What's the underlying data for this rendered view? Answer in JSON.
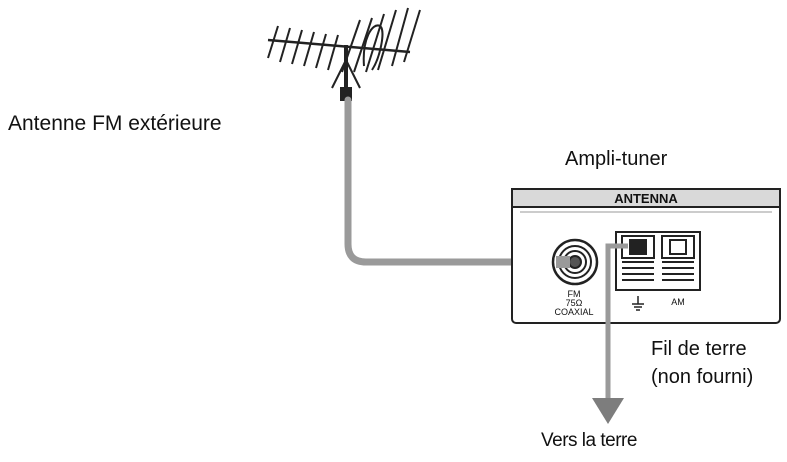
{
  "labels": {
    "antenna": "Antenne FM extérieure",
    "amplifier": "Ampli-tuner",
    "ground_wire_line1": "Fil de terre",
    "ground_wire_line2": "(non fourni)",
    "to_earth": "Vers la terre"
  },
  "panel": {
    "header": "ANTENNA",
    "fm_line1": "FM",
    "fm_line2": "75Ω",
    "fm_line3": "COAXIAL",
    "am": "AM"
  },
  "icons": {
    "ground_symbol": "ground-icon",
    "fm_jack": "coaxial-jack-icon",
    "terminal": "spring-terminal-icon",
    "antenna": "fm-antenna-icon",
    "arrow": "arrow-down-icon"
  },
  "colors": {
    "cable": "#9a9a9a",
    "outline": "#222222",
    "panel_header": "#d9d9d9"
  }
}
